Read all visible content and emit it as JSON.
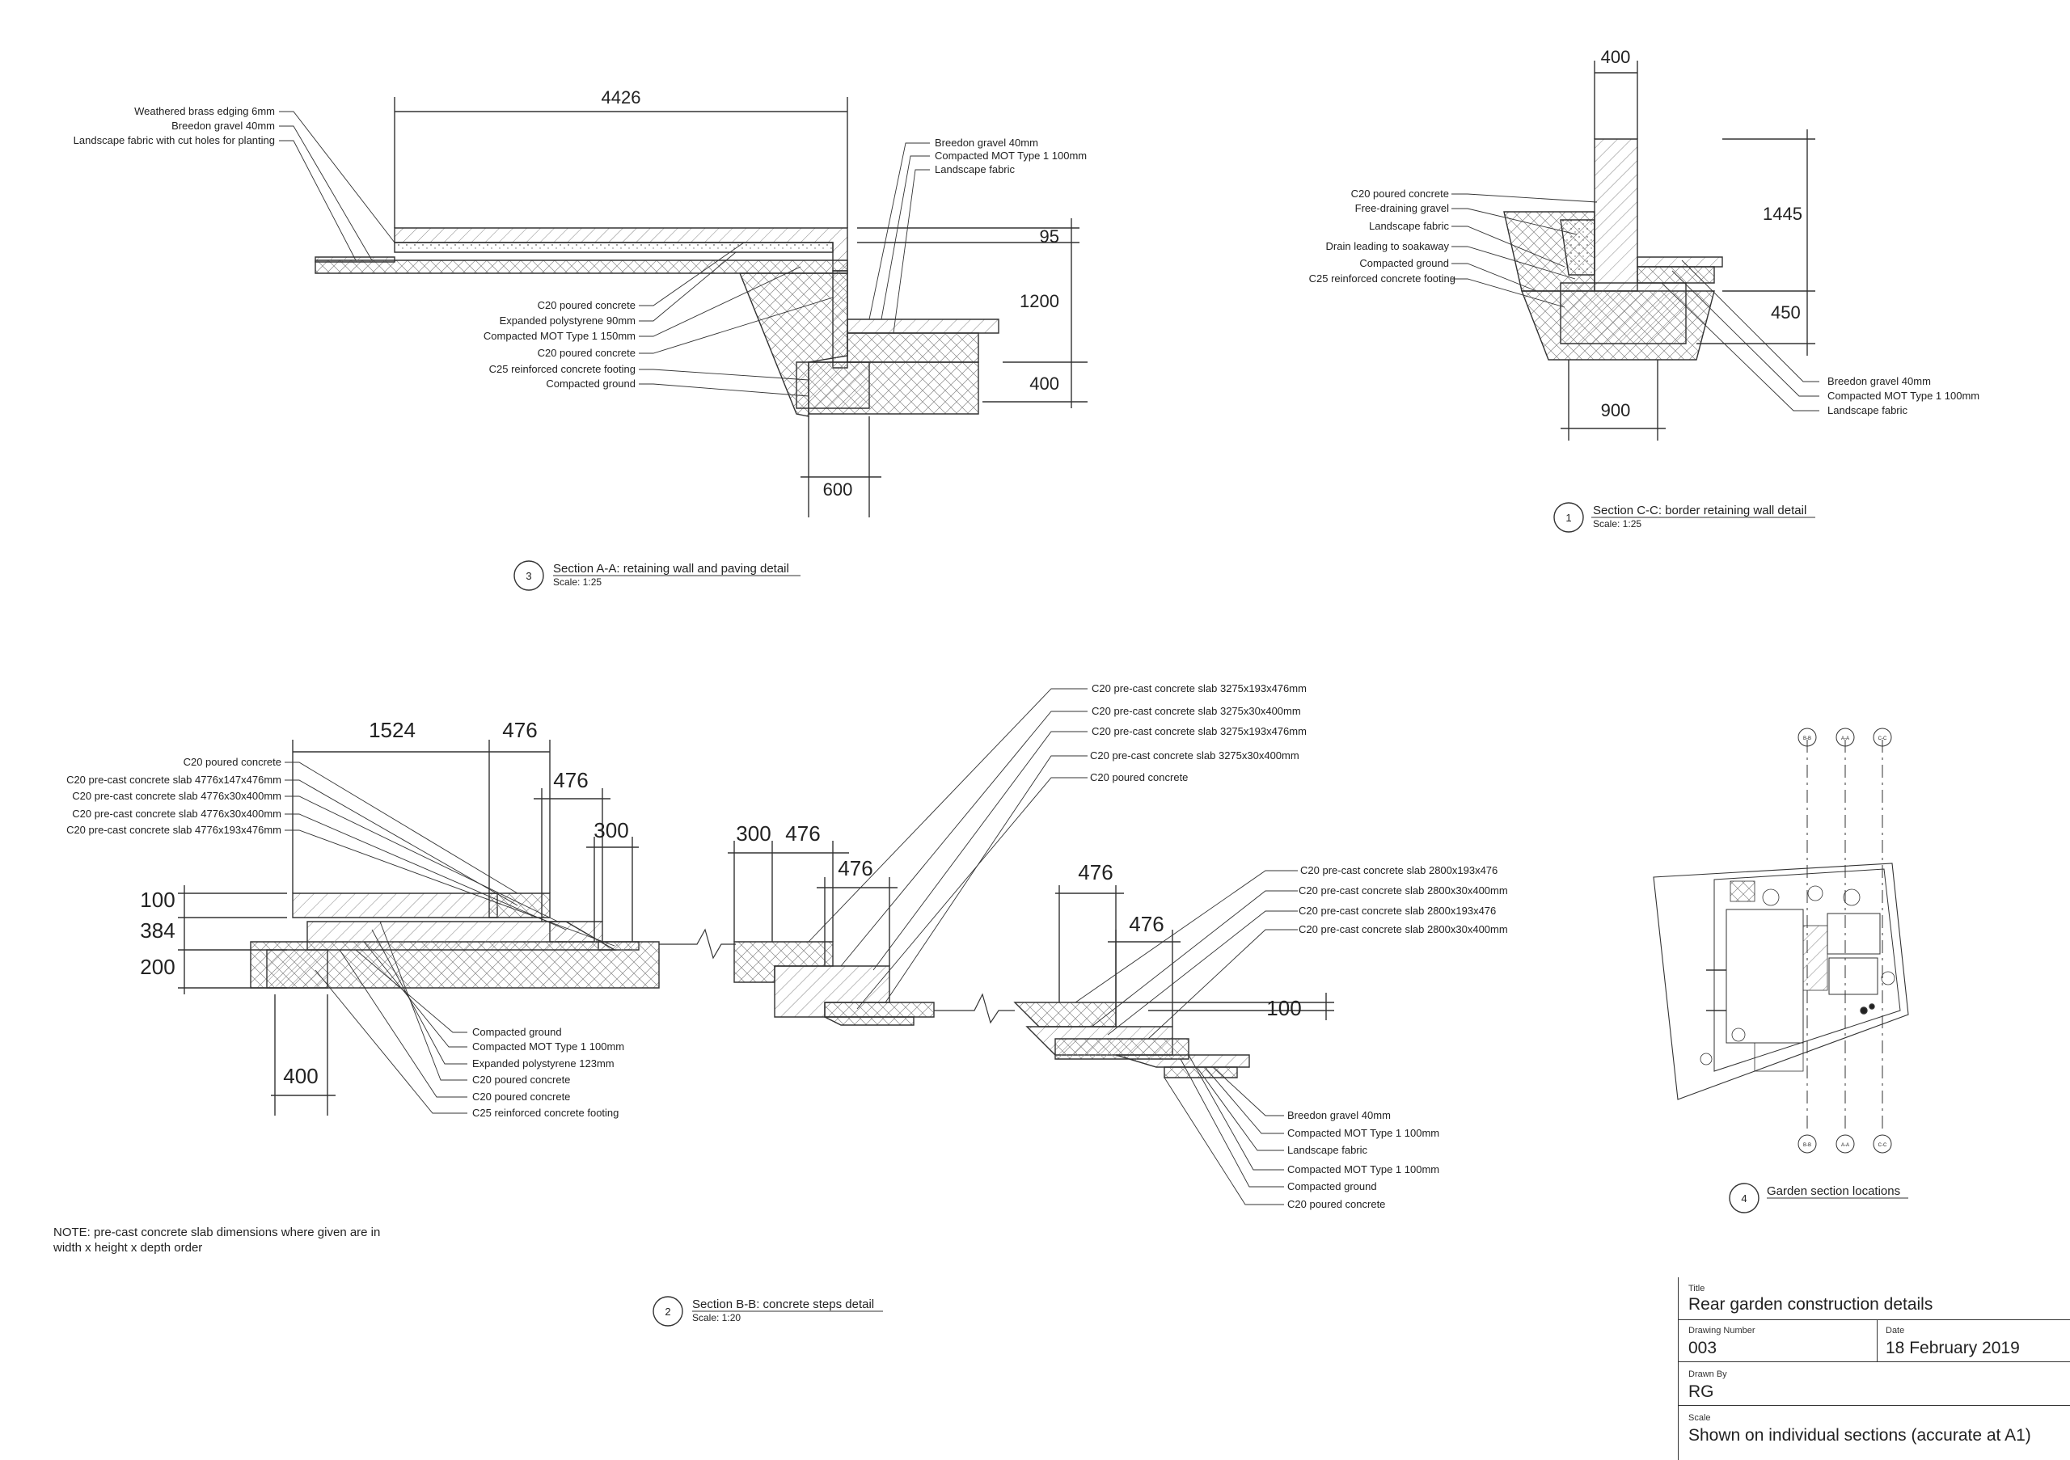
{
  "sections": {
    "a": {
      "number": "3",
      "title": "Section A-A: retaining wall and paving detail",
      "scale": "Scale: 1:25",
      "dims": [
        "4426",
        "95",
        "1200",
        "400",
        "600"
      ],
      "labels_left": [
        "Weathered brass edging 6mm",
        "Breedon gravel 40mm",
        "Landscape fabric with cut holes for planting"
      ],
      "labels_right": [
        "Breedon gravel 40mm",
        "Compacted MOT Type 1 100mm",
        "Landscape fabric"
      ],
      "labels_bottom": [
        "C20 poured concrete",
        "Expanded polystyrene 90mm",
        "Compacted MOT Type 1 150mm",
        "C20 poured concrete",
        "C25 reinforced concrete footing",
        "Compacted ground"
      ]
    },
    "c": {
      "number": "1",
      "title": "Section C-C: border retaining wall detail",
      "scale": "Scale: 1:25",
      "dims": [
        "400",
        "1445",
        "450",
        "900"
      ],
      "labels_left": [
        "C20 poured concrete",
        "Free-draining gravel",
        "Landscape fabric",
        "Drain leading to soakaway",
        "Compacted ground",
        "C25 reinforced concrete footing"
      ],
      "labels_right": [
        "Breedon gravel 40mm",
        "Compacted MOT Type 1 100mm",
        "Landscape fabric"
      ]
    },
    "b": {
      "number": "2",
      "title": "Section B-B: concrete steps detail",
      "scale": "Scale: 1:20",
      "dims_left": [
        "1524",
        "476",
        "476",
        "300",
        "100",
        "384",
        "200",
        "400"
      ],
      "dims_mid": [
        "300",
        "476",
        "476"
      ],
      "dims_right": [
        "476",
        "476",
        "100"
      ],
      "labels_left": [
        "C20 poured concrete",
        "C20 pre-cast concrete slab 4776x147x476mm",
        "C20 pre-cast concrete slab 4776x30x400mm",
        "C20 pre-cast concrete slab 4776x30x400mm",
        "C20 pre-cast concrete slab 4776x193x476mm"
      ],
      "labels_left_bottom": [
        "Compacted ground",
        "Compacted MOT Type 1 100mm",
        "Expanded polystyrene 123mm",
        "C20 poured concrete",
        "C20 poured concrete",
        "C25 reinforced concrete footing"
      ],
      "labels_top": [
        "C20 pre-cast concrete slab 3275x193x476mm",
        "C20 pre-cast concrete slab 3275x30x400mm",
        "C20 pre-cast concrete slab 3275x193x476mm",
        "C20 pre-cast concrete slab 3275x30x400mm",
        "C20 poured concrete"
      ],
      "labels_right": [
        "C20 pre-cast concrete slab 2800x193x476",
        "C20 pre-cast concrete slab 2800x30x400mm",
        "C20 pre-cast concrete slab 2800x193x476",
        "C20 pre-cast concrete slab 2800x30x400mm"
      ],
      "labels_right_bottom": [
        "Breedon gravel 40mm",
        "Compacted MOT Type 1 100mm",
        "Landscape fabric",
        "Compacted MOT Type 1 100mm",
        "Compacted ground",
        "C20 poured concrete"
      ]
    },
    "locations": {
      "number": "4",
      "title": "Garden section locations",
      "markers": [
        "B-B",
        "A-A",
        "C-C"
      ]
    }
  },
  "note": "NOTE: pre-cast concrete slab dimensions where given are in width x height x depth order",
  "title_block": {
    "title_label": "Title",
    "title": "Rear garden construction details",
    "number_label": "Drawing Number",
    "number": "003",
    "date_label": "Date",
    "date": "18 February 2019",
    "drawn_label": "Drawn By",
    "drawn_by": "RG",
    "scale_label": "Scale",
    "scale": "Shown on individual sections (accurate at A1)"
  }
}
